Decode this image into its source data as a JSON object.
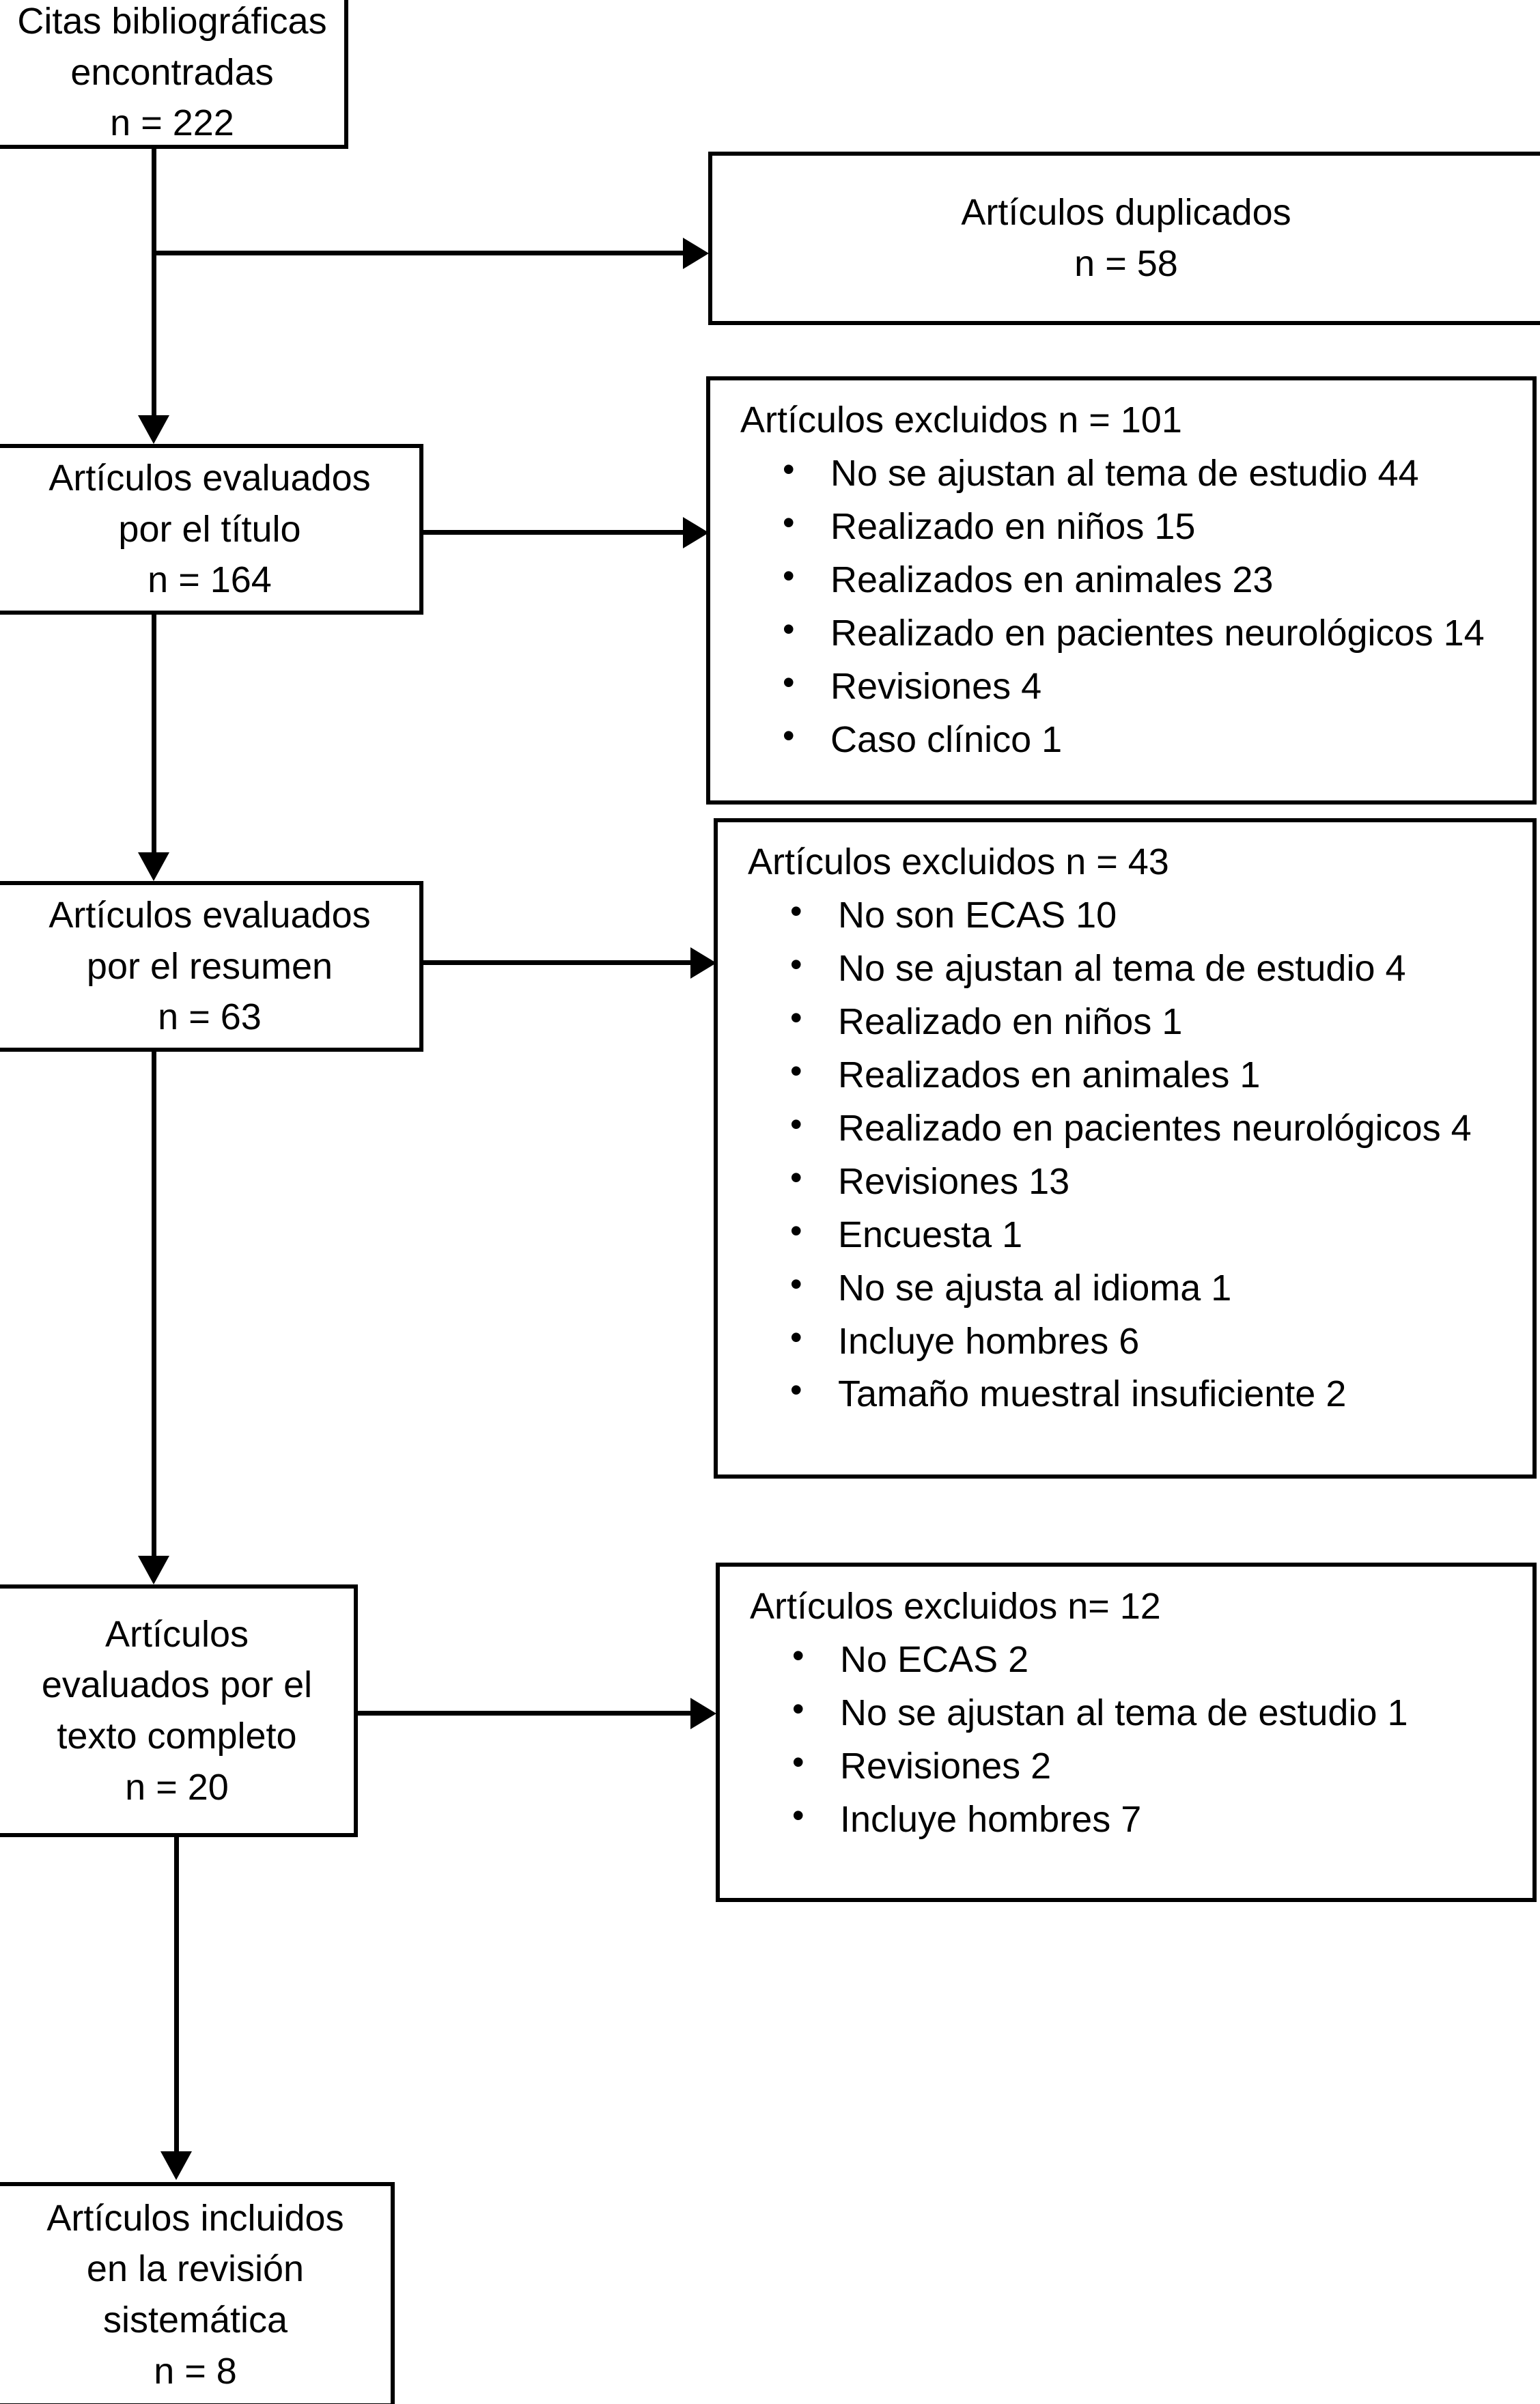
{
  "diagram": {
    "title": "PRISMA flow diagram",
    "colors": {
      "stroke": "#000000",
      "background": "#ffffff",
      "text": "#000000"
    }
  },
  "stages": {
    "records_found": {
      "lines": [
        "Citas bibliográficas",
        "encontradas",
        "n = 222"
      ],
      "count": "222"
    },
    "screened_title": {
      "lines": [
        "Artículos evaluados",
        "por el título",
        "n = 164"
      ],
      "count": "164"
    },
    "screened_abstract": {
      "lines": [
        "Artículos evaluados",
        "por el resumen",
        "n = 63"
      ],
      "count": "63"
    },
    "screened_fulltext": {
      "lines": [
        "Artículos",
        "evaluados por el",
        "texto completo",
        "n = 20"
      ],
      "count": "20"
    },
    "included": {
      "lines": [
        "Artículos incluidos",
        "en la revisión",
        "sistemática",
        "n = 8"
      ],
      "count": "8"
    }
  },
  "exclusions": {
    "duplicates": {
      "lines": [
        "Artículos duplicados",
        "n = 58"
      ],
      "count": "58"
    },
    "by_title": {
      "title": "Artículos excluidos n = 101",
      "count": "101",
      "reasons": [
        "No se ajustan al tema de estudio 44",
        "Realizado en niños 15",
        "Realizados en animales 23",
        "Realizado en pacientes neurológicos 14",
        "Revisiones 4",
        "Caso clínico 1"
      ]
    },
    "by_abstract": {
      "title": "Artículos excluidos n = 43",
      "count": "43",
      "reasons": [
        "No son ECAS 10",
        "No se ajustan al tema de estudio 4",
        "Realizado en niños 1",
        "Realizados en animales 1",
        "Realizado en pacientes neurológicos 4",
        "Revisiones 13",
        "Encuesta 1",
        "No se ajusta al idioma 1",
        "Incluye hombres 6",
        "Tamaño muestral insuficiente 2"
      ]
    },
    "by_fulltext": {
      "title": "Artículos excluidos n= 12",
      "count": "12",
      "reasons": [
        "No ECAS 2",
        "No se ajustan al tema de estudio 1",
        "Revisiones 2",
        "Incluye hombres 7"
      ]
    }
  }
}
